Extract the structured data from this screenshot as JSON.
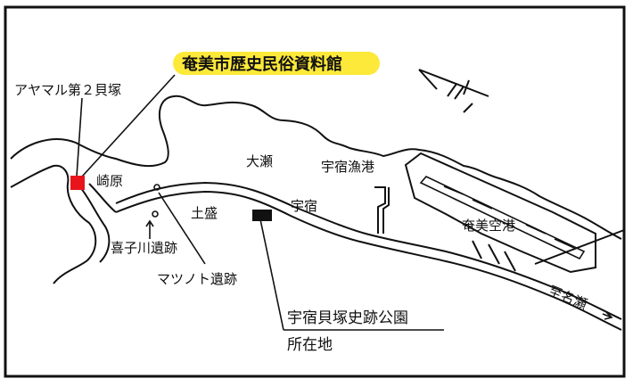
{
  "colors": {
    "highlight": "#fde93a",
    "marker_red": "#e8141c",
    "marker_black": "#111111",
    "ink": "#111111",
    "paper": "#ffffff"
  },
  "map": {
    "title": "奄美市歴史民俗資料館",
    "labels": {
      "ayamaru": "アヤマル第２貝塚",
      "sakibaru": "崎原",
      "dosei": "土盛",
      "ose": "大瀬",
      "yadorigyoko": "宇宿漁港",
      "yadori": "宇宿",
      "amami_airport": "奄美空港",
      "kishikawa": "喜子川遺跡",
      "matsunoto": "マツノト遺跡",
      "kaizuka_park": "宇宿貝塚史跡公園",
      "shozaichi": "所在地",
      "to_naze": "至名瀬"
    },
    "icons": {
      "north_arrow": "north-arrow-icon",
      "museum_marker": "red-square-marker",
      "park_marker": "black-rectangle-marker",
      "site_marker": "site-dot-icon"
    }
  }
}
